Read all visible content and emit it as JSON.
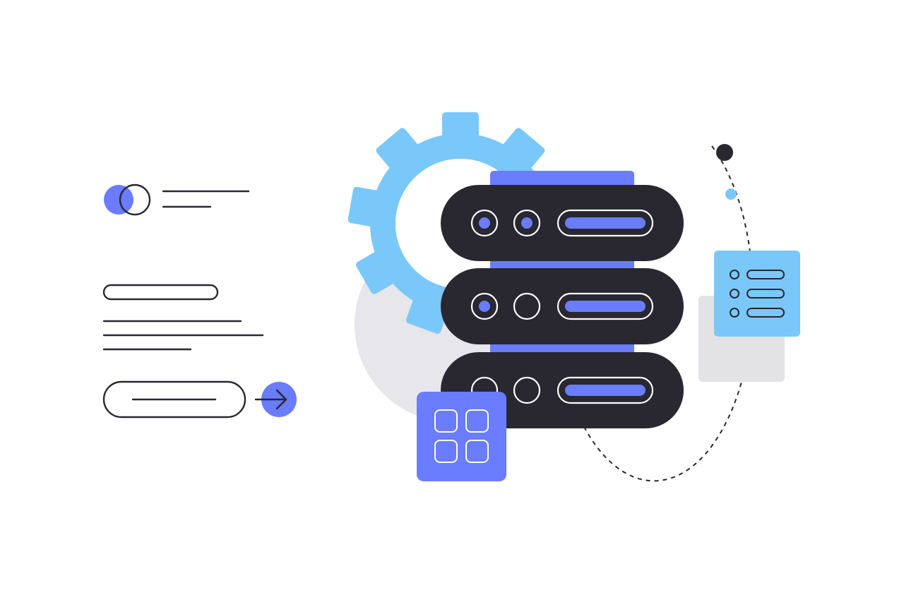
{
  "colors": {
    "background": "#ffffff",
    "ink": "#292730",
    "accent": "#6a7cff",
    "sky": "#7ac8f9",
    "soft_gray": "#e7e6ea",
    "panel_gray": "#e3e3e6"
  },
  "illustration": {
    "subject": "server-infrastructure",
    "icons": [
      "toggle-icon",
      "arrow-right-icon",
      "gear-icon",
      "server-rack-icon",
      "grid-apps-icon",
      "checklist-icon",
      "orbit-dot-icon"
    ],
    "server_units": [
      {
        "indicators": [
          "on",
          "on"
        ]
      },
      {
        "indicators": [
          "on",
          "off"
        ]
      },
      {
        "indicators": [
          "off",
          "off"
        ]
      }
    ]
  }
}
